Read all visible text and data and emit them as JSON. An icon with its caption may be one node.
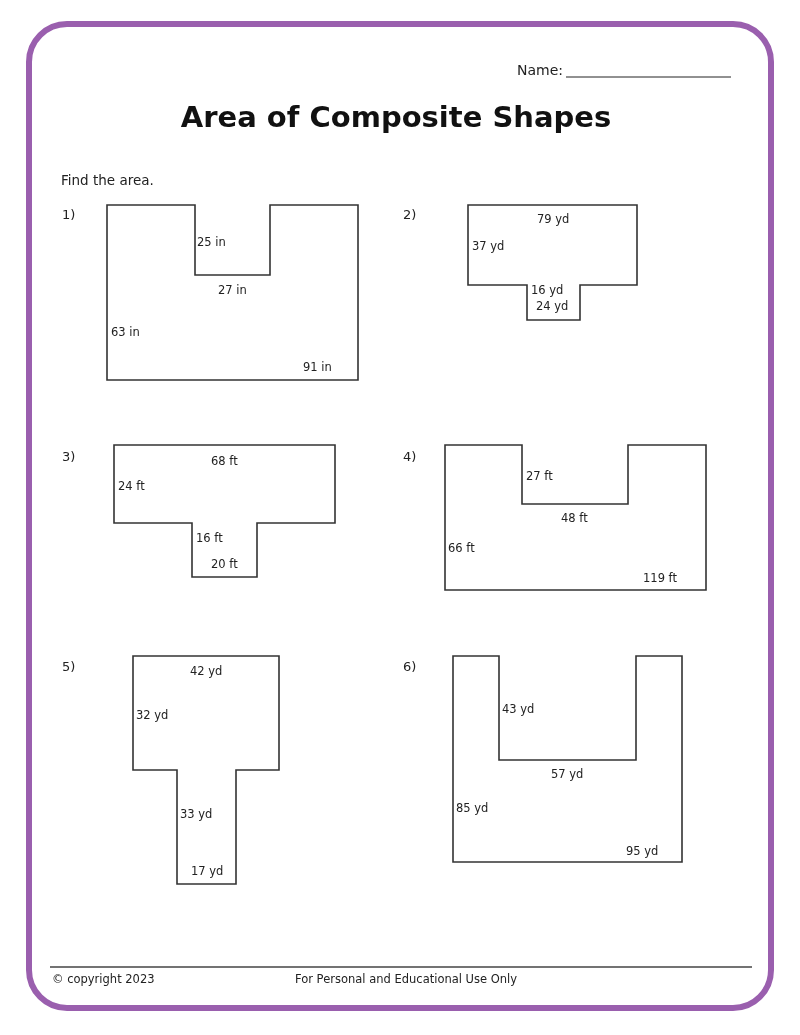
{
  "diagram": {
    "title": "Area of Composite Shapes",
    "nodes": [
      {
        "text": [
          "25 in",
          "27 in",
          "63 in",
          "91 in"
        ]
      },
      {
        "text": [
          "79 yd",
          "37 yd",
          "16 yd",
          "24 yd"
        ]
      },
      {
        "text": [
          "68 ft",
          "24 ft",
          "16 ft",
          "20 ft"
        ]
      },
      {
        "text": [
          "27 ft",
          "48 ft",
          "66 ft",
          "119 ft"
        ]
      },
      {
        "text": [
          "42 yd",
          "32 yd",
          "33 yd",
          "17 yd"
        ]
      },
      {
        "text": [
          "43 yd",
          "57 yd",
          "85 yd",
          "95 yd"
        ]
      }
    ],
    "edges": [],
    "labels": [
      "Name:",
      "Find the area.",
      "1)",
      "2)",
      "3)",
      "4)",
      "5)",
      "6)",
      "© copyright 2023",
      "For Personal and Educational Use Only"
    ]
  }
}
